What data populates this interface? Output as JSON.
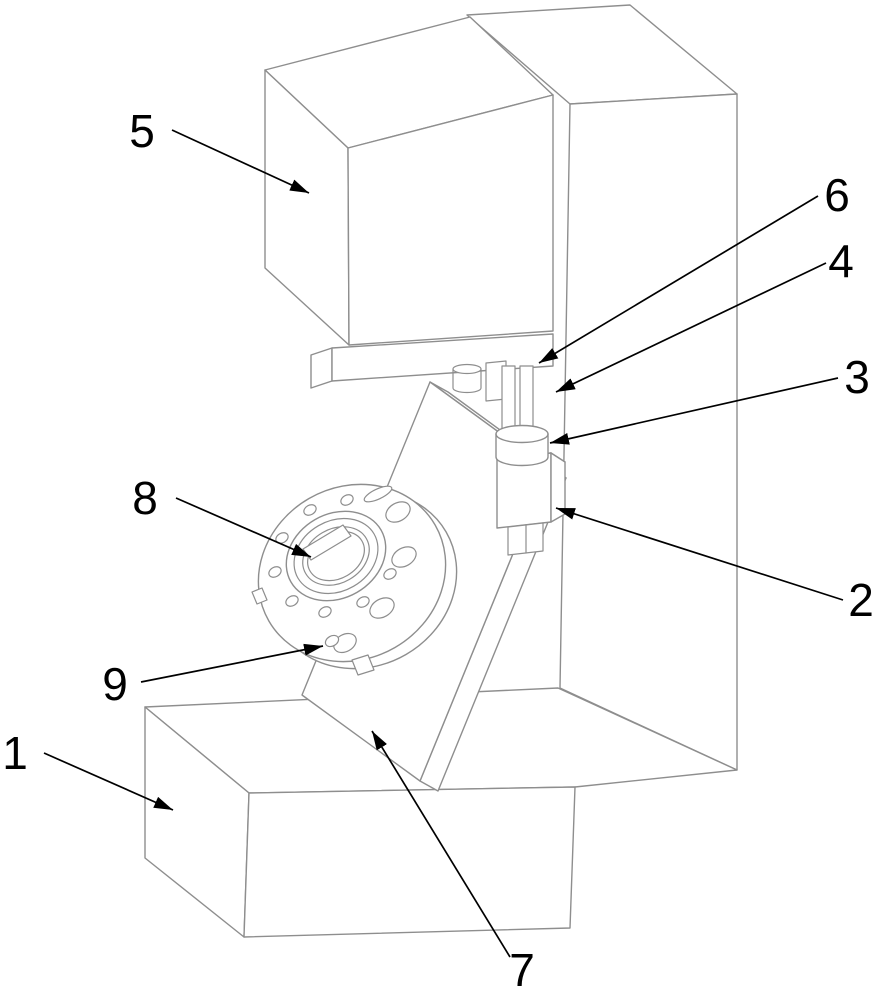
{
  "drawing": {
    "background_color": "#ffffff",
    "stroke_color": "#8e8e8e",
    "label_color": "#000000",
    "labels": [
      {
        "text": "1"
      },
      {
        "text": "2"
      },
      {
        "text": "3"
      },
      {
        "text": "4"
      },
      {
        "text": "5"
      },
      {
        "text": "6"
      },
      {
        "text": "7"
      },
      {
        "text": "8"
      },
      {
        "text": "9"
      }
    ]
  }
}
